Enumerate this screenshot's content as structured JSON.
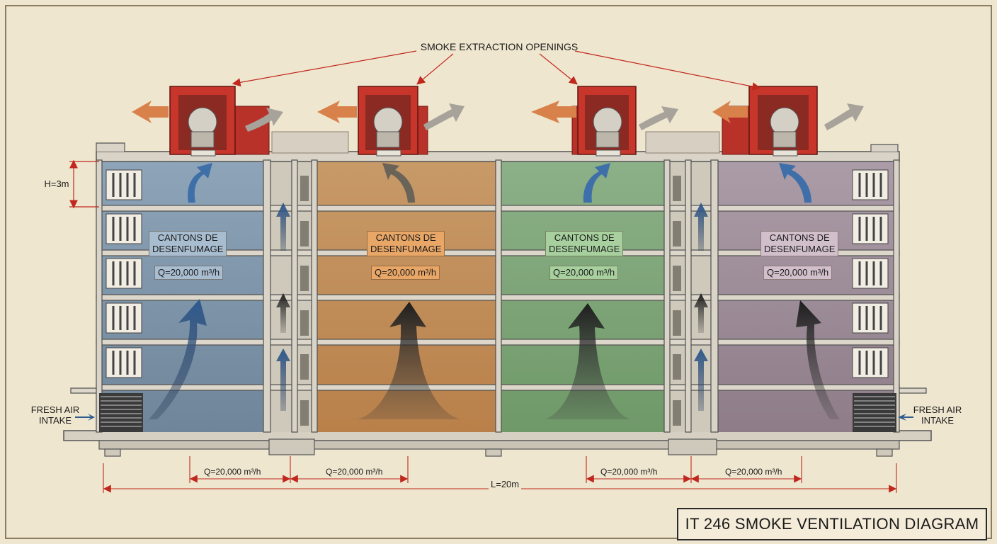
{
  "header": {
    "extraction_label": "SMOKE EXTRACTION OPENINGS"
  },
  "zones": [
    {
      "label_line1": "CANTONS DE",
      "label_line2": "DESENFUMAGE",
      "flow": "Q=20,000 m³/h",
      "color": "#7e95ab"
    },
    {
      "label_line1": "CANTONS DE",
      "label_line2": "DESENFUMAGE",
      "flow": "Q=20,000 m³/h",
      "color": "#c98e55"
    },
    {
      "label_line1": "CANTONS DE",
      "label_line2": "DESENFUMAGE",
      "flow": "Q=20,000 m³/h",
      "color": "#7ea77a"
    },
    {
      "label_line1": "CANTONS DE",
      "label_line2": "DESENFUMAGE",
      "flow": "Q=20,000 m³/h",
      "color": "#a1909c"
    }
  ],
  "dimensions": {
    "height": "H=3m",
    "length": "L=20m",
    "bottom_flows": [
      "Q=20,000 m³/h",
      "Q=20,000 m³/h",
      "Q=20,000 m³/h",
      "Q=20,000 m³/h"
    ]
  },
  "intakes": {
    "left": "FRESH AIR INTAKE",
    "right": "FRESH AIR INTAKE"
  },
  "title": "IT 246 SMOKE VENTILATION DIAGRAM",
  "colors": {
    "fan_red": "#c8362b",
    "annotation_red": "#c0281e",
    "paper": "#efe6cf",
    "concrete": "#d7d2c6"
  }
}
